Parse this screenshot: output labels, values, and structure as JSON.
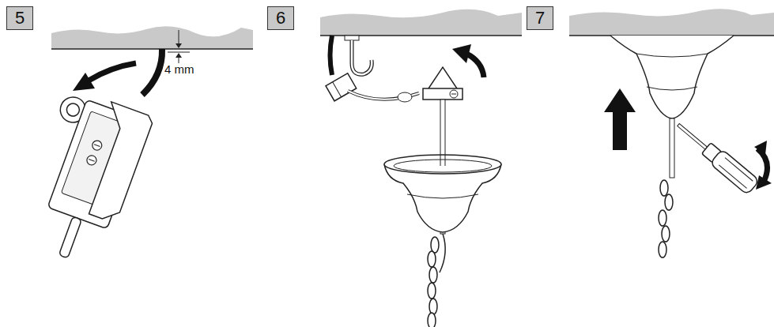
{
  "diagram": {
    "nodes": [
      {
        "text": [
          "5"
        ]
      },
      {
        "text": [
          "6"
        ]
      },
      {
        "text": [
          "7"
        ]
      }
    ],
    "labels": [
      "4 mm"
    ]
  }
}
